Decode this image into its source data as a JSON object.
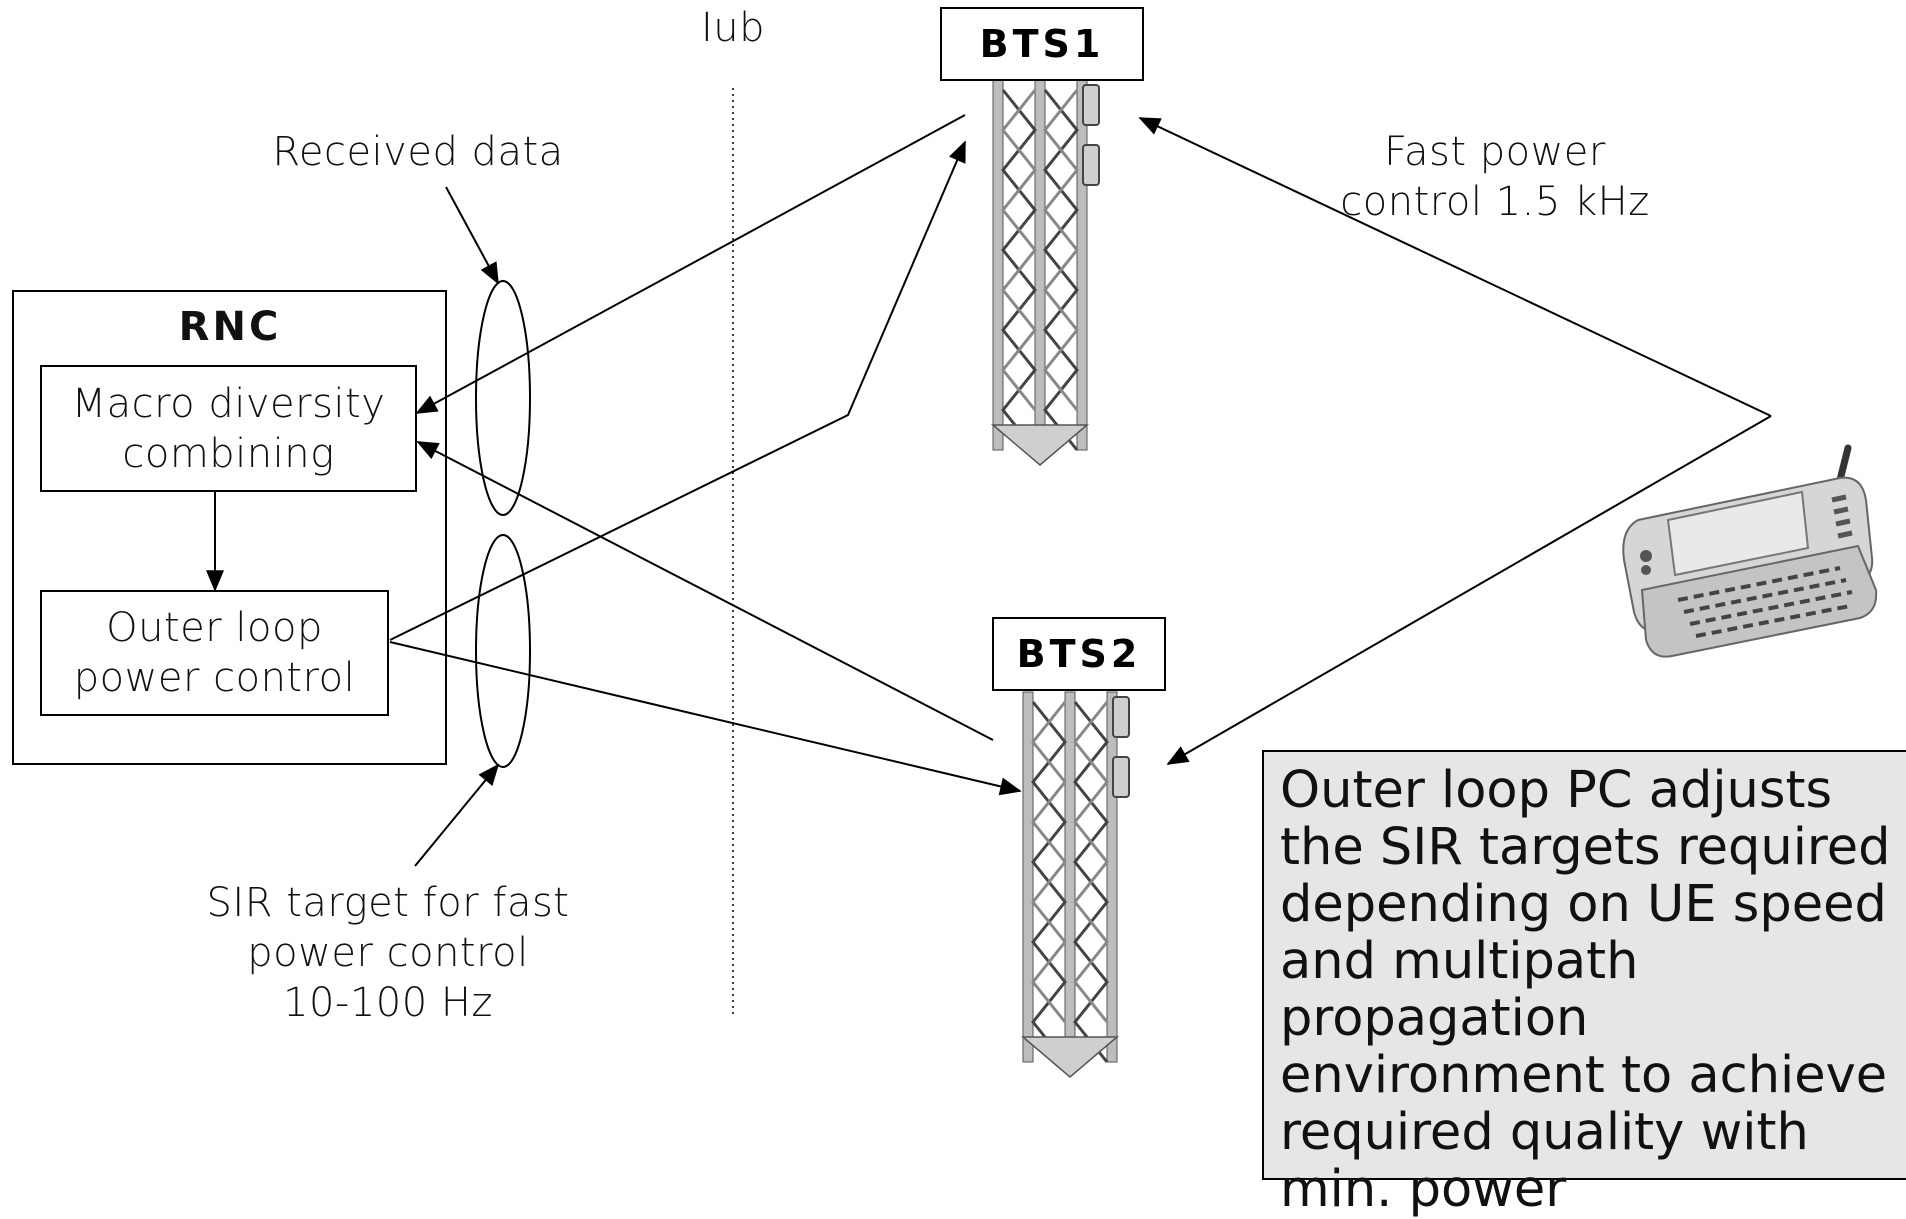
{
  "labels": {
    "iub": "Iub",
    "bts1": "BTS1",
    "bts2": "BTS2",
    "received_data": "Received data",
    "fast_power_control": "Fast power\ncontrol 1.5 kHz",
    "rnc": "RNC",
    "macro_diversity": "Macro diversity\ncombining",
    "outer_loop": "Outer loop\npower control",
    "sir_target": "SIR target for fast\npower control\n10-100 Hz",
    "note": "Outer loop PC adjusts the SIR targets required depending on UE speed and multipath propagation environment to achieve required quality with min. power"
  },
  "icons": {
    "tower": "lattice-tower-icon",
    "phone": "handset-icon"
  },
  "colors": {
    "note_background": "#e6e6e6",
    "tower_gray": "#b8b8b8"
  }
}
